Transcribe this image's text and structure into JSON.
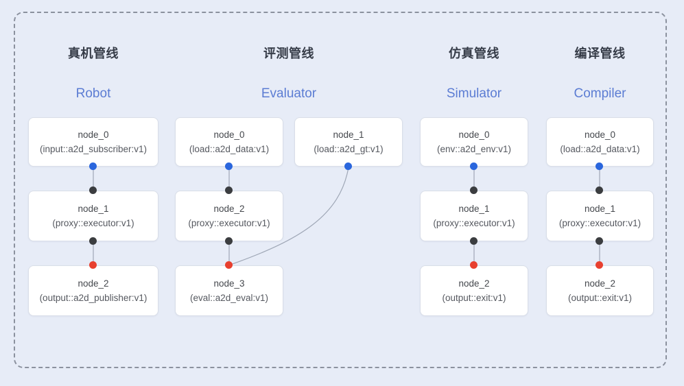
{
  "colors": {
    "background": "#e7ecf7",
    "dashed-border": "#8b919e",
    "box-bg": "#ffffff",
    "box-border": "#d9dee8",
    "node-name": "#44474c",
    "node-type": "#55585f",
    "title-cn": "#363c48",
    "title-blue": "#5b7cd3",
    "port-blue": "#2a66dd",
    "port-dark": "#3b3d40",
    "port-red": "#e8402f",
    "edge": "#9fa7b6"
  },
  "pipelines": [
    {
      "title_cn": "真机管线",
      "title_en": "Robot",
      "nodes": [
        {
          "name": "node_0",
          "type": "(input::a2d_subscriber:v1)"
        },
        {
          "name": "node_1",
          "type": "(proxy::executor:v1)"
        },
        {
          "name": "node_2",
          "type": "(output::a2d_publisher:v1)"
        }
      ]
    },
    {
      "title_cn": "评测管线",
      "title_en": "Evaluator",
      "nodes": [
        {
          "name": "node_0",
          "type": "(load::a2d_data:v1)"
        },
        {
          "name": "node_1",
          "type": "(load::a2d_gt:v1)"
        },
        {
          "name": "node_2",
          "type": "(proxy::executor:v1)"
        },
        {
          "name": "node_3",
          "type": "(eval::a2d_eval:v1)"
        }
      ]
    },
    {
      "title_cn": "仿真管线",
      "title_en": "Simulator",
      "nodes": [
        {
          "name": "node_0",
          "type": "(env::a2d_env:v1)"
        },
        {
          "name": "node_1",
          "type": "(proxy::executor:v1)"
        },
        {
          "name": "node_2",
          "type": "(output::exit:v1)"
        }
      ]
    },
    {
      "title_cn": "编译管线",
      "title_en": "Compiler",
      "nodes": [
        {
          "name": "node_0",
          "type": "(load::a2d_data:v1)"
        },
        {
          "name": "node_1",
          "type": "(proxy::executor:v1)"
        },
        {
          "name": "node_2",
          "type": "(output::exit:v1)"
        }
      ]
    }
  ]
}
